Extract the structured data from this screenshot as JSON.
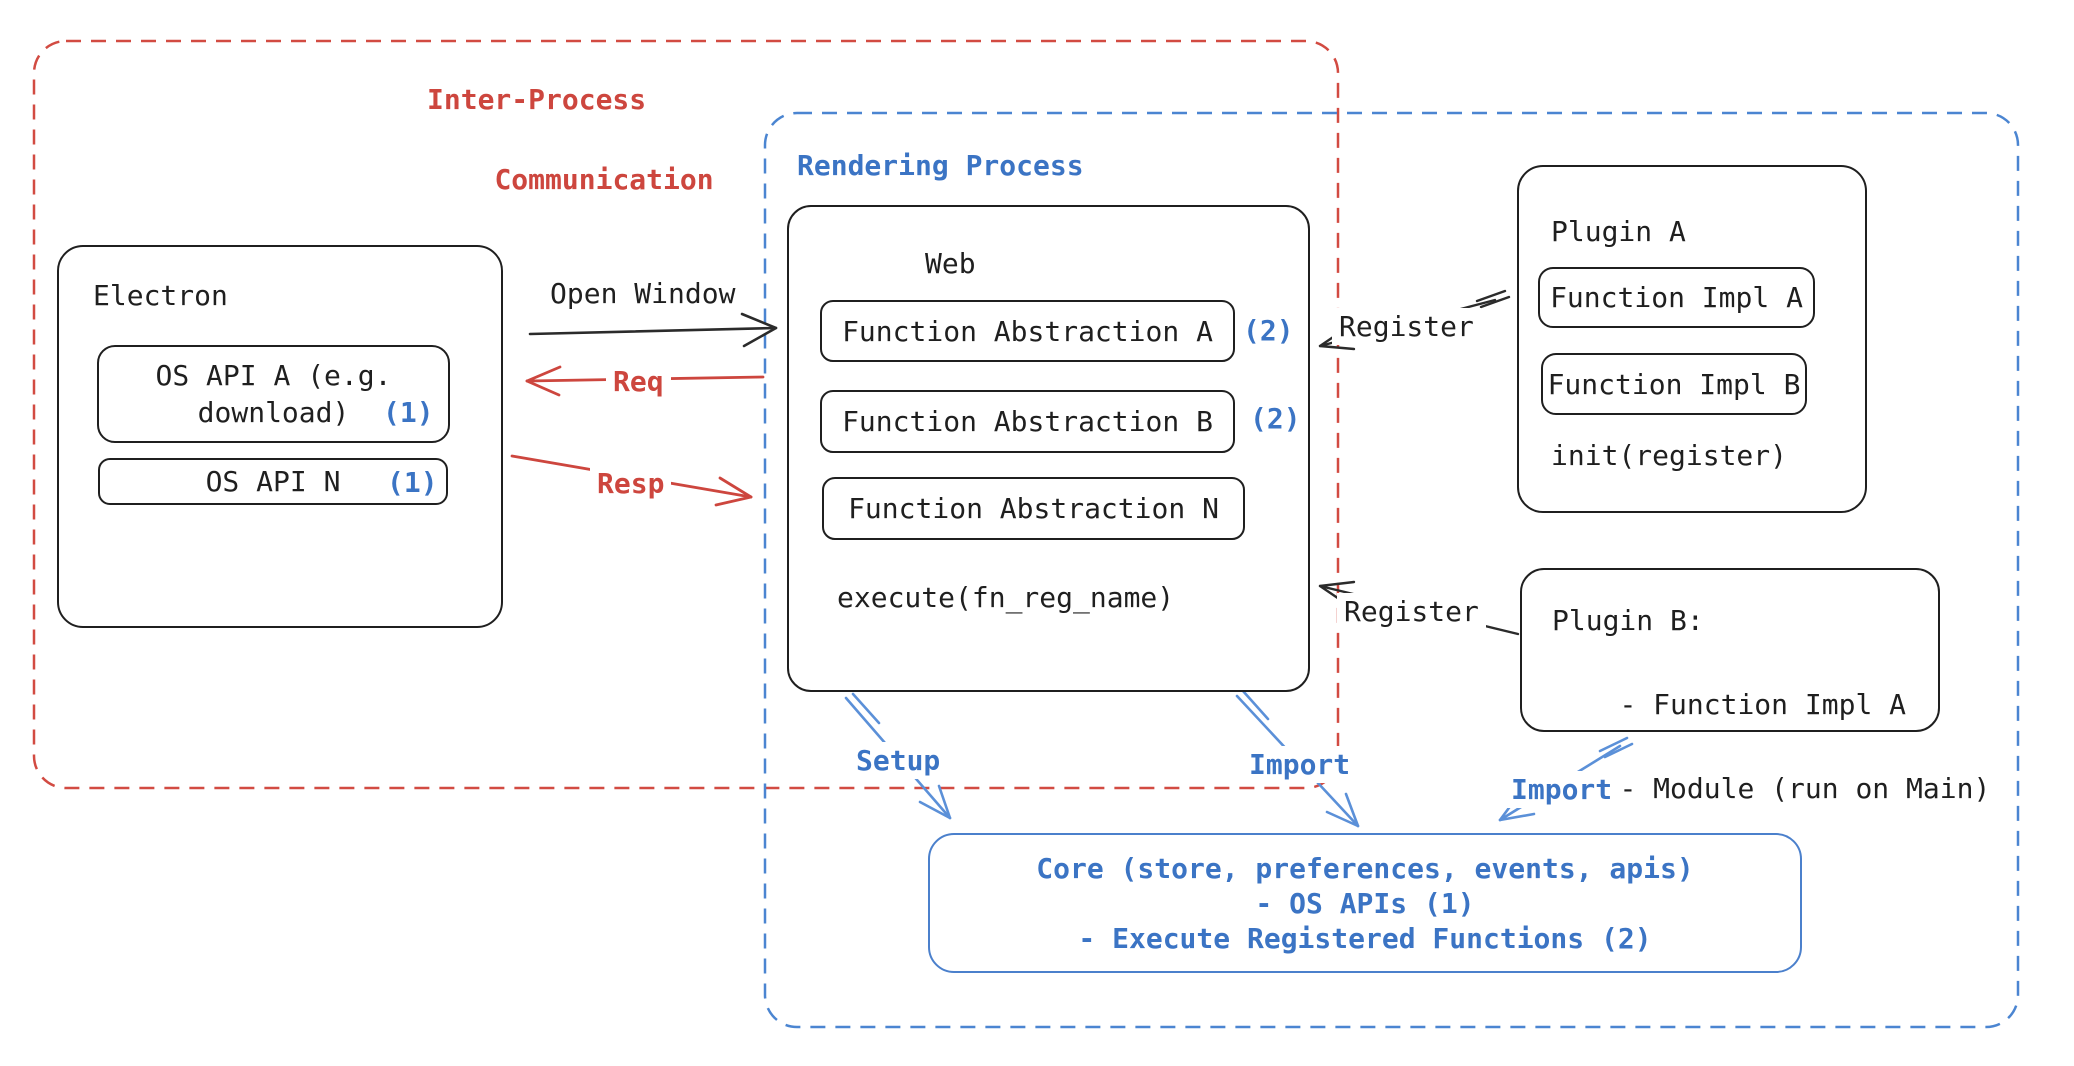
{
  "palette": {
    "ink": "#1f1f1f",
    "red": "#cd463e",
    "red_dash": "#d24b42",
    "blue_text": "#3b74c4",
    "blue_dash": "#4b85d1",
    "background": "#ffffff"
  },
  "regions": {
    "ipc": {
      "label_line1": "Inter-Process",
      "label_line2": "Communication"
    },
    "rendering": {
      "label": "Rendering Process"
    }
  },
  "electron": {
    "title": "Electron",
    "os_api_a_line1": "OS API A (e.g.",
    "os_api_a_line2": "download)",
    "os_api_a_badge": "(1)",
    "os_api_n": "OS API N",
    "os_api_n_badge": "(1)"
  },
  "web": {
    "title": "Web",
    "items": [
      {
        "label": "Function Abstraction A",
        "badge": "(2)"
      },
      {
        "label": "Function Abstraction B",
        "badge": "(2)"
      },
      {
        "label": "Function Abstraction N",
        "badge": ""
      }
    ],
    "execute": "execute(fn_reg_name)"
  },
  "plugin_a": {
    "title": "Plugin A",
    "impl_a": "Function Impl A",
    "impl_b": "Function Impl B",
    "init": "init(register)"
  },
  "plugin_b": {
    "line1": "Plugin B:",
    "line2": "- Function Impl A",
    "line3": "- Module (run on Main)"
  },
  "core": {
    "line1": "Core (store, preferences, events, apis)",
    "line2": "- OS APIs (1)",
    "line3": "- Execute Registered Functions (2)"
  },
  "arrows": {
    "open_window": "Open Window",
    "req": "Req",
    "resp": "Resp",
    "register_a": "Register",
    "register_b": "Register",
    "setup": "Setup",
    "import_web": "Import",
    "import_plugin": "Import"
  }
}
